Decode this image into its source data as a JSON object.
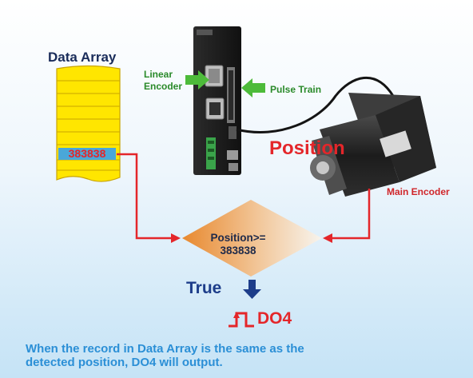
{
  "data_array": {
    "title": "Data Array",
    "value": "383838"
  },
  "inputs": {
    "linear_encoder_line1": "Linear",
    "linear_encoder_line2": "Encoder",
    "pulse_train": "Pulse Train"
  },
  "motor": {
    "position_label": "Position",
    "main_encoder": "Main Encoder"
  },
  "condition": {
    "line1": "Position>=",
    "line2": "383838"
  },
  "result": {
    "true_label": "True",
    "output_label": "DO4"
  },
  "caption": {
    "line1": "When the record in Data Array is the same as the",
    "line2": "detected position, DO4 will output."
  },
  "colors": {
    "array_fill": "#ffe600",
    "arrow_red": "#e4262a",
    "arrow_green": "#4dbb3a",
    "caption_blue": "#2b8fd6"
  }
}
